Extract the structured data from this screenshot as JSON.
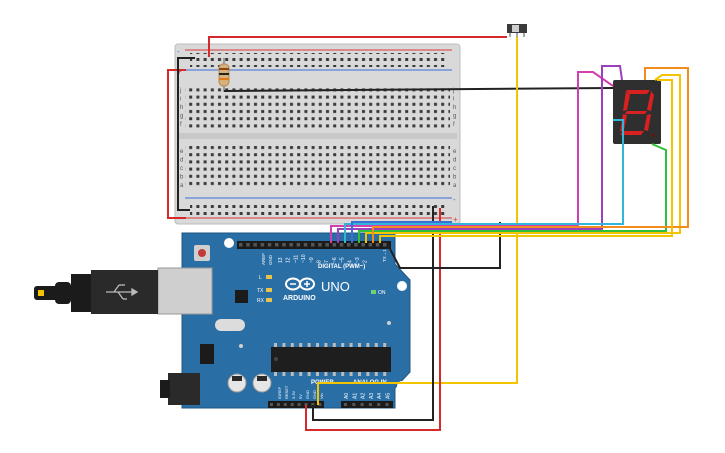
{
  "colors": {
    "background": "#ffffff",
    "breadboard": "#d9d9d9",
    "breadboard_hole": "#3a3a3a",
    "rail_red": "#d83b3b",
    "rail_blue": "#3b6fd8",
    "arduino_board": "#2a6ea6",
    "arduino_edge": "#1f5683",
    "header_black": "#1b1b1b",
    "seven_segment_body": "#2f2f2f",
    "seven_segment_lit": "#d92121",
    "wire_red": "#d62a2a",
    "wire_black": "#222222",
    "wire_yellow": "#f2c500",
    "wire_green": "#2fbf3a",
    "wire_orange": "#f28c1c",
    "wire_purple": "#9b3fbf",
    "wire_magenta": "#d23fb0",
    "wire_cyan": "#2fb6d9",
    "resistor_body": "#d8b07a"
  },
  "breadboard": {
    "row_letters_top": [
      "j",
      "i",
      "h",
      "g",
      "f"
    ],
    "row_letters_bottom": [
      "e",
      "d",
      "c",
      "b",
      "a"
    ],
    "rail_plus": "+",
    "rail_minus": "-"
  },
  "arduino": {
    "brand": "ARDUINO",
    "model": "UNO",
    "digital_label": "DIGITAL (PWM~)",
    "power_label": "POWER",
    "analog_label": "ANALOG IN",
    "on_label": "ON",
    "led_l": "L",
    "led_tx": "TX",
    "led_rx": "RX",
    "tx_pin": "TX→1",
    "aref": "AREF",
    "gnd": "GND",
    "digital_pins": [
      "13",
      "12",
      "~11",
      "~10",
      "~9",
      "8",
      "7",
      "~6",
      "~5",
      "4",
      "~3",
      "2"
    ],
    "power_pins": [
      "IOREF",
      "RESET",
      "3.3V",
      "5V",
      "GND",
      "GND",
      "Vin"
    ],
    "analog_pins": [
      "A0",
      "A1",
      "A2",
      "A3",
      "A4",
      "A5"
    ]
  },
  "seven_segment": {
    "digit": "8"
  },
  "components": {
    "slide_switch": "slide-switch",
    "resistor": "resistor",
    "usb_cable": "usb-cable"
  }
}
